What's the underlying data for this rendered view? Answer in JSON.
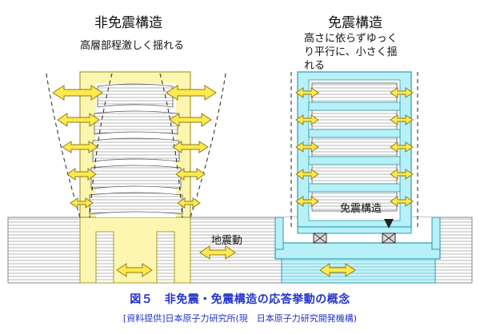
{
  "labels": {
    "left_title": "非免震構造",
    "left_desc": "高層部程激しく揺れる",
    "right_title": "免震構造",
    "right_desc": "高さに依らずゆっく\nり平行に、小さく揺\nれる",
    "isolator": "免震構造",
    "ground": "地震動"
  },
  "caption": "図５　非免震・免震構造の応答挙動の概念",
  "source": "[資料提供]日本原子力研究所(現　日本原子力研究開発機構)",
  "colors": {
    "arrow_fill": "#ffe94d",
    "arrow_stroke": "#8a7a1a",
    "left_frame": "#fdf6b0",
    "right_frame": "#b8f0f8",
    "right_frame_stroke": "#2a9bb0",
    "ground_hatch": "#9a9a9a",
    "caption": "#2233cc"
  },
  "icons": {
    "arrow": "double-headed-arrow",
    "isolator": "isolator-cross-icon"
  }
}
